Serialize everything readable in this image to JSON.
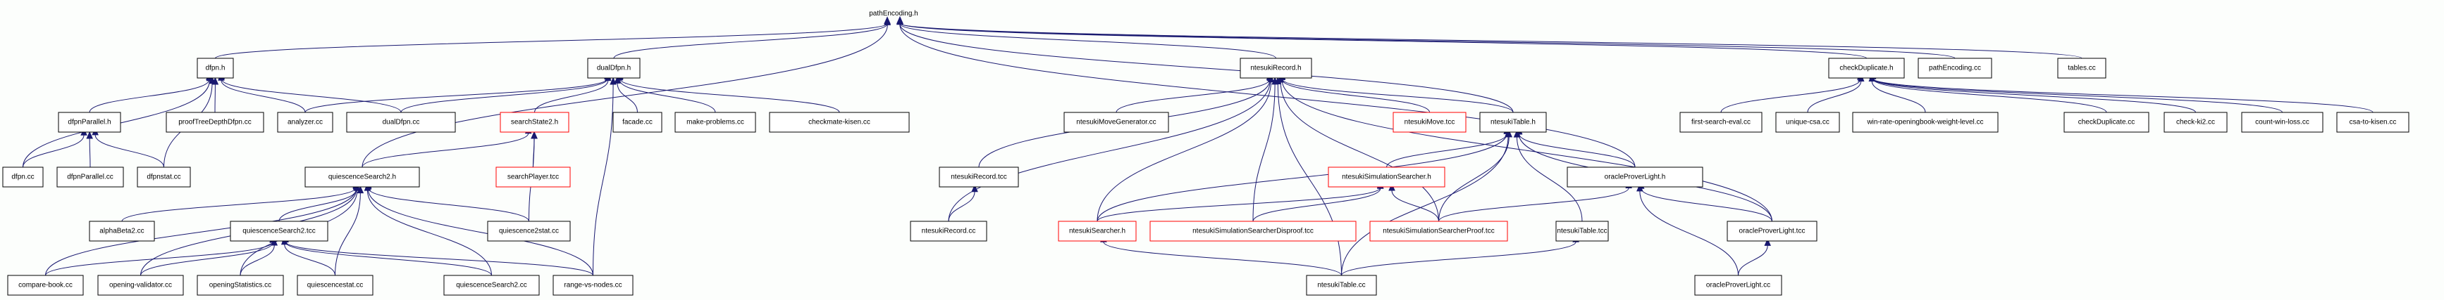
{
  "diagram": {
    "title": "pathEncoding.h",
    "type": "include-dependency-graph",
    "colors": {
      "edge": "#191970",
      "root_fill": "#bfbfbf",
      "node_fill": "#ffffff",
      "node_border": "#000000",
      "incomplete_border": "#ff0000",
      "background": "#fcfefc"
    },
    "nodes": [
      {
        "id": "pathEncoding_h",
        "label": "pathEncoding.h",
        "root": true
      },
      {
        "id": "dfpn_h",
        "label": "dfpn.h"
      },
      {
        "id": "dualDfpn_h",
        "label": "dualDfpn.h"
      },
      {
        "id": "ntesukiRecord_h",
        "label": "ntesukiRecord.h"
      },
      {
        "id": "checkDuplicate_h",
        "label": "checkDuplicate.h"
      },
      {
        "id": "pathEncoding_cc",
        "label": "pathEncoding.cc"
      },
      {
        "id": "tables_cc",
        "label": "tables.cc"
      },
      {
        "id": "dfpnParallel_h",
        "label": "dfpnParallel.h"
      },
      {
        "id": "proofTreeDepthDfpn_cc",
        "label": "proofTreeDepthDfpn.cc"
      },
      {
        "id": "analyzer_cc",
        "label": "analyzer.cc"
      },
      {
        "id": "dualDfpn_cc",
        "label": "dualDfpn.cc"
      },
      {
        "id": "searchState2_h",
        "label": "searchState2.h",
        "incomplete": true
      },
      {
        "id": "facade_cc",
        "label": "facade.cc"
      },
      {
        "id": "make_problems_cc",
        "label": "make-problems.cc"
      },
      {
        "id": "checkmate_kisen_cc",
        "label": "checkmate-kisen.cc"
      },
      {
        "id": "ntesukiMoveGenerator_cc",
        "label": "ntesukiMoveGenerator.cc"
      },
      {
        "id": "ntesukiMove_tcc",
        "label": "ntesukiMove.tcc",
        "incomplete": true
      },
      {
        "id": "ntesukiTable_h",
        "label": "ntesukiTable.h"
      },
      {
        "id": "first_search_eval_cc",
        "label": "first-search-eval.cc"
      },
      {
        "id": "unique_csa_cc",
        "label": "unique-csa.cc"
      },
      {
        "id": "win_rate_cc",
        "label": "win-rate-openingbook-weight-level.cc"
      },
      {
        "id": "checkDuplicate_cc",
        "label": "checkDuplicate.cc"
      },
      {
        "id": "check_ki2_cc",
        "label": "check-ki2.cc"
      },
      {
        "id": "count_win_loss_cc",
        "label": "count-win-loss.cc"
      },
      {
        "id": "csa_to_kisen_cc",
        "label": "csa-to-kisen.cc"
      },
      {
        "id": "dfpn_cc",
        "label": "dfpn.cc"
      },
      {
        "id": "dfpnParallel_cc",
        "label": "dfpnParallel.cc"
      },
      {
        "id": "dfpnstat_cc",
        "label": "dfpnstat.cc"
      },
      {
        "id": "quiescenceSearch2_h",
        "label": "quiescenceSearch2.h"
      },
      {
        "id": "searchPlayer_tcc",
        "label": "searchPlayer.tcc",
        "incomplete": true
      },
      {
        "id": "ntesukiRecord_tcc",
        "label": "ntesukiRecord.tcc"
      },
      {
        "id": "ntesukiSimulationSearcher_h",
        "label": "ntesukiSimulationSearcher.h",
        "incomplete": true
      },
      {
        "id": "oracleProverLight_h",
        "label": "oracleProverLight.h"
      },
      {
        "id": "alphaBeta2_cc",
        "label": "alphaBeta2.cc"
      },
      {
        "id": "quiescenceSearch2_tcc",
        "label": "quiescenceSearch2.tcc"
      },
      {
        "id": "quiescence2stat_cc",
        "label": "quiescence2stat.cc"
      },
      {
        "id": "ntesukiRecord_cc",
        "label": "ntesukiRecord.cc"
      },
      {
        "id": "ntesukiSearcher_h",
        "label": "ntesukiSearcher.h",
        "incomplete": true
      },
      {
        "id": "ntesukiSimSearcherDisproof_tcc",
        "label": "ntesukiSimulationSearcherDisproof.tcc",
        "incomplete": true
      },
      {
        "id": "ntesukiSimSearcherProof_tcc",
        "label": "ntesukiSimulationSearcherProof.tcc",
        "incomplete": true
      },
      {
        "id": "ntesukiTable_tcc",
        "label": "ntesukiTable.tcc"
      },
      {
        "id": "oracleProverLight_tcc",
        "label": "oracleProverLight.tcc"
      },
      {
        "id": "compare_book_cc",
        "label": "compare-book.cc"
      },
      {
        "id": "opening_validator_cc",
        "label": "opening-validator.cc"
      },
      {
        "id": "openingStatistics_cc",
        "label": "openingStatistics.cc"
      },
      {
        "id": "quiescencestat_cc",
        "label": "quiescencestat.cc"
      },
      {
        "id": "quiescenceSearch2_cc",
        "label": "quiescenceSearch2.cc"
      },
      {
        "id": "range_vs_nodes_cc",
        "label": "range-vs-nodes.cc"
      },
      {
        "id": "ntesukiTable_cc",
        "label": "ntesukiTable.cc"
      },
      {
        "id": "oracleProverLight_cc",
        "label": "oracleProverLight.cc"
      }
    ],
    "edges": [
      [
        "dfpn_h",
        "pathEncoding_h"
      ],
      [
        "dualDfpn_h",
        "pathEncoding_h"
      ],
      [
        "quiescenceSearch2_h",
        "pathEncoding_h"
      ],
      [
        "ntesukiRecord_h",
        "pathEncoding_h"
      ],
      [
        "ntesukiTable_h",
        "pathEncoding_h"
      ],
      [
        "oracleProverLight_h",
        "pathEncoding_h"
      ],
      [
        "checkDuplicate_h",
        "pathEncoding_h"
      ],
      [
        "pathEncoding_cc",
        "pathEncoding_h"
      ],
      [
        "tables_cc",
        "pathEncoding_h"
      ],
      [
        "dfpnParallel_h",
        "dfpn_h"
      ],
      [
        "dfpn_cc",
        "dfpn_h"
      ],
      [
        "dfpnstat_cc",
        "dfpn_h"
      ],
      [
        "proofTreeDepthDfpn_cc",
        "dfpn_h"
      ],
      [
        "analyzer_cc",
        "dfpn_h"
      ],
      [
        "dualDfpn_cc",
        "dfpn_h"
      ],
      [
        "dfpn_cc",
        "dfpnParallel_h"
      ],
      [
        "dfpnParallel_cc",
        "dfpnParallel_h"
      ],
      [
        "dfpnstat_cc",
        "dfpnParallel_h"
      ],
      [
        "analyzer_cc",
        "dualDfpn_h"
      ],
      [
        "dualDfpn_cc",
        "dualDfpn_h"
      ],
      [
        "searchState2_h",
        "dualDfpn_h"
      ],
      [
        "range_vs_nodes_cc",
        "dualDfpn_h"
      ],
      [
        "facade_cc",
        "dualDfpn_h"
      ],
      [
        "make_problems_cc",
        "dualDfpn_h"
      ],
      [
        "checkmate_kisen_cc",
        "dualDfpn_h"
      ],
      [
        "quiescenceSearch2_h",
        "searchState2_h"
      ],
      [
        "quiescence2stat_cc",
        "searchState2_h"
      ],
      [
        "searchPlayer_tcc",
        "searchState2_h"
      ],
      [
        "compare_book_cc",
        "quiescenceSearch2_h"
      ],
      [
        "alphaBeta2_cc",
        "quiescenceSearch2_h"
      ],
      [
        "opening_validator_cc",
        "quiescenceSearch2_h"
      ],
      [
        "openingStatistics_cc",
        "quiescenceSearch2_h"
      ],
      [
        "quiescenceSearch2_tcc",
        "quiescenceSearch2_h"
      ],
      [
        "quiescencestat_cc",
        "quiescenceSearch2_h"
      ],
      [
        "quiescenceSearch2_cc",
        "quiescenceSearch2_h"
      ],
      [
        "range_vs_nodes_cc",
        "quiescenceSearch2_h"
      ],
      [
        "quiescence2stat_cc",
        "quiescenceSearch2_h"
      ],
      [
        "compare_book_cc",
        "quiescenceSearch2_tcc"
      ],
      [
        "opening_validator_cc",
        "quiescenceSearch2_tcc"
      ],
      [
        "openingStatistics_cc",
        "quiescenceSearch2_tcc"
      ],
      [
        "quiescencestat_cc",
        "quiescenceSearch2_tcc"
      ],
      [
        "quiescenceSearch2_cc",
        "quiescenceSearch2_tcc"
      ],
      [
        "range_vs_nodes_cc",
        "quiescenceSearch2_tcc"
      ],
      [
        "ntesukiRecord_tcc",
        "ntesukiRecord_h"
      ],
      [
        "ntesukiRecord_cc",
        "ntesukiRecord_h"
      ],
      [
        "ntesukiTable_cc",
        "ntesukiRecord_h"
      ],
      [
        "ntesukiMoveGenerator_cc",
        "ntesukiRecord_h"
      ],
      [
        "ntesukiSearcher_h",
        "ntesukiRecord_h"
      ],
      [
        "ntesukiSimSearcherDisproof_tcc",
        "ntesukiRecord_h"
      ],
      [
        "ntesukiSimSearcherProof_tcc",
        "ntesukiRecord_h"
      ],
      [
        "ntesukiMove_tcc",
        "ntesukiRecord_h"
      ],
      [
        "ntesukiTable_h",
        "ntesukiRecord_h"
      ],
      [
        "oracleProverLight_tcc",
        "ntesukiRecord_h"
      ],
      [
        "ntesukiRecord_cc",
        "ntesukiRecord_tcc"
      ],
      [
        "ntesukiSearcher_h",
        "ntesukiTable_h"
      ],
      [
        "ntesukiSimulationSearcher_h",
        "ntesukiTable_h"
      ],
      [
        "ntesukiSimSearcherProof_tcc",
        "ntesukiTable_h"
      ],
      [
        "ntesukiTable_cc",
        "ntesukiTable_h"
      ],
      [
        "ntesukiTable_tcc",
        "ntesukiTable_h"
      ],
      [
        "oracleProverLight_h",
        "ntesukiTable_h"
      ],
      [
        "oracleProverLight_tcc",
        "ntesukiTable_h"
      ],
      [
        "ntesukiSearcher_h",
        "ntesukiSimulationSearcher_h"
      ],
      [
        "ntesukiSimSearcherDisproof_tcc",
        "ntesukiSimulationSearcher_h"
      ],
      [
        "ntesukiSimSearcherProof_tcc",
        "ntesukiSimulationSearcher_h"
      ],
      [
        "ntesukiTable_cc",
        "ntesukiSearcher_h"
      ],
      [
        "ntesukiTable_cc",
        "ntesukiTable_tcc"
      ],
      [
        "ntesukiSimSearcherProof_tcc",
        "oracleProverLight_h"
      ],
      [
        "oracleProverLight_tcc",
        "oracleProverLight_h"
      ],
      [
        "oracleProverLight_cc",
        "oracleProverLight_h"
      ],
      [
        "oracleProverLight_cc",
        "oracleProverLight_tcc"
      ],
      [
        "first_search_eval_cc",
        "checkDuplicate_h"
      ],
      [
        "unique_csa_cc",
        "checkDuplicate_h"
      ],
      [
        "win_rate_cc",
        "checkDuplicate_h"
      ],
      [
        "checkDuplicate_cc",
        "checkDuplicate_h"
      ],
      [
        "check_ki2_cc",
        "checkDuplicate_h"
      ],
      [
        "count_win_loss_cc",
        "checkDuplicate_h"
      ],
      [
        "csa_to_kisen_cc",
        "checkDuplicate_h"
      ]
    ]
  }
}
